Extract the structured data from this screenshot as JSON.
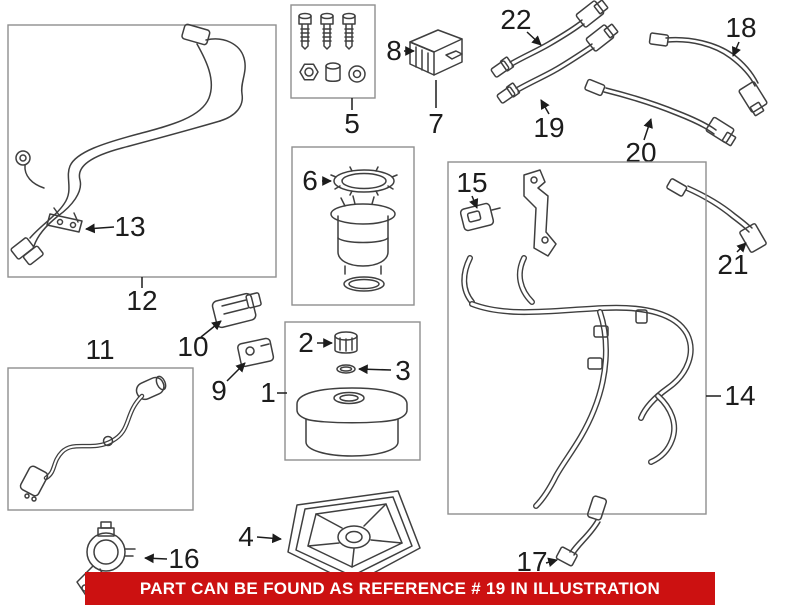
{
  "banner": {
    "text": "PART CAN BE FOUND AS REFERENCE # 19 IN ILLUSTRATION"
  },
  "labels": {
    "l1": "1",
    "l2": "2",
    "l3": "3",
    "l4": "4",
    "l5": "5",
    "l6": "6",
    "l7": "7",
    "l8": "8",
    "l9": "9",
    "l10": "10",
    "l11": "11",
    "l12": "12",
    "l13": "13",
    "l14": "14",
    "l15": "15",
    "l16": "16",
    "l17": "17",
    "l18": "18",
    "l19": "19",
    "l20": "20",
    "l21": "21",
    "l22": "22"
  },
  "colors": {
    "banner_bg": "#cc1111",
    "banner_text": "#ffffff",
    "line": "#3f3f3f",
    "box_border": "#8f8f8f",
    "label_text": "#1c1c1c"
  }
}
